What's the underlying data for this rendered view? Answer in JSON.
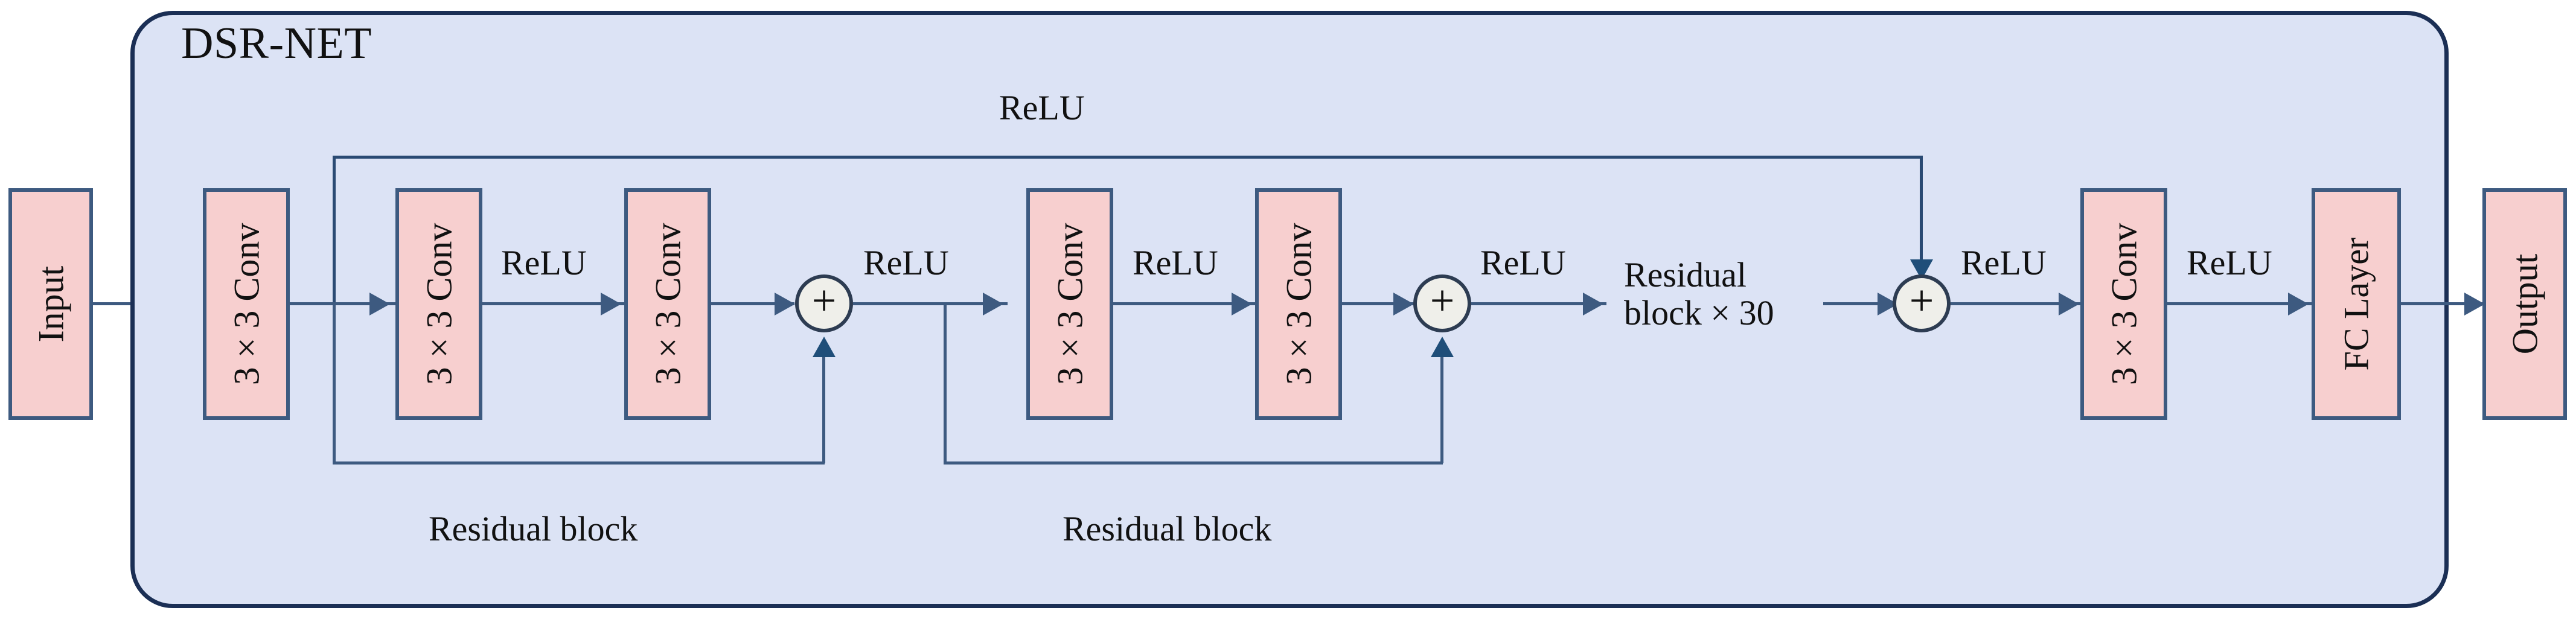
{
  "diagram": {
    "title": "DSR-NET",
    "background_color": "#dce3f5",
    "box_color": "#f7cfcf",
    "border_color": "#3d5a80",
    "node_color": "#efefea",
    "conv_label": "3 × 3 Conv",
    "relu_label": "ReLU",
    "plus_symbol": "+",
    "io": {
      "input": "Input",
      "output": "Output"
    },
    "blocks": {
      "fc_layer": "FC Layer",
      "residual_block": "Residual block",
      "residual_repeat": "Residual\nblock × 30",
      "residual_repeat_line1": "Residual",
      "residual_repeat_line2": "block × 30"
    },
    "nodes": [
      {
        "id": "input",
        "label": "Input",
        "type": "io"
      },
      {
        "id": "conv-head",
        "label": "3 × 3 Conv",
        "type": "conv"
      },
      {
        "id": "rb1-conv1",
        "label": "3 × 3 Conv",
        "type": "conv"
      },
      {
        "id": "rb1-relu",
        "label": "ReLU",
        "type": "activation"
      },
      {
        "id": "rb1-conv2",
        "label": "3 × 3 Conv",
        "type": "conv"
      },
      {
        "id": "rb1-add",
        "label": "+",
        "type": "add"
      },
      {
        "id": "rb1-out-relu",
        "label": "ReLU",
        "type": "activation"
      },
      {
        "id": "rb2-conv1",
        "label": "3 × 3 Conv",
        "type": "conv"
      },
      {
        "id": "rb2-relu",
        "label": "ReLU",
        "type": "activation"
      },
      {
        "id": "rb2-conv2",
        "label": "3 × 3 Conv",
        "type": "conv"
      },
      {
        "id": "rb2-add",
        "label": "+",
        "type": "add"
      },
      {
        "id": "rb2-out-relu",
        "label": "ReLU",
        "type": "activation"
      },
      {
        "id": "residual-stack",
        "label": "Residual block × 30",
        "type": "group"
      },
      {
        "id": "global-add",
        "label": "+",
        "type": "add"
      },
      {
        "id": "global-relu",
        "label": "ReLU",
        "type": "activation"
      },
      {
        "id": "conv-tail",
        "label": "3 × 3 Conv",
        "type": "conv"
      },
      {
        "id": "tail-relu",
        "label": "ReLU",
        "type": "activation"
      },
      {
        "id": "fc",
        "label": "FC Layer",
        "type": "dense"
      },
      {
        "id": "output",
        "label": "Output",
        "type": "io"
      }
    ],
    "skip_connections": [
      {
        "from": "conv-head",
        "to": "global-add",
        "label": "ReLU",
        "route": "top"
      },
      {
        "from": "rb1-input",
        "to": "rb1-add",
        "label": "",
        "route": "bottom"
      },
      {
        "from": "rb2-input",
        "to": "rb2-add",
        "label": "",
        "route": "bottom"
      }
    ],
    "group_labels": [
      {
        "label": "Residual block",
        "position": "below-block-1"
      },
      {
        "label": "Residual block",
        "position": "below-block-2"
      }
    ]
  }
}
